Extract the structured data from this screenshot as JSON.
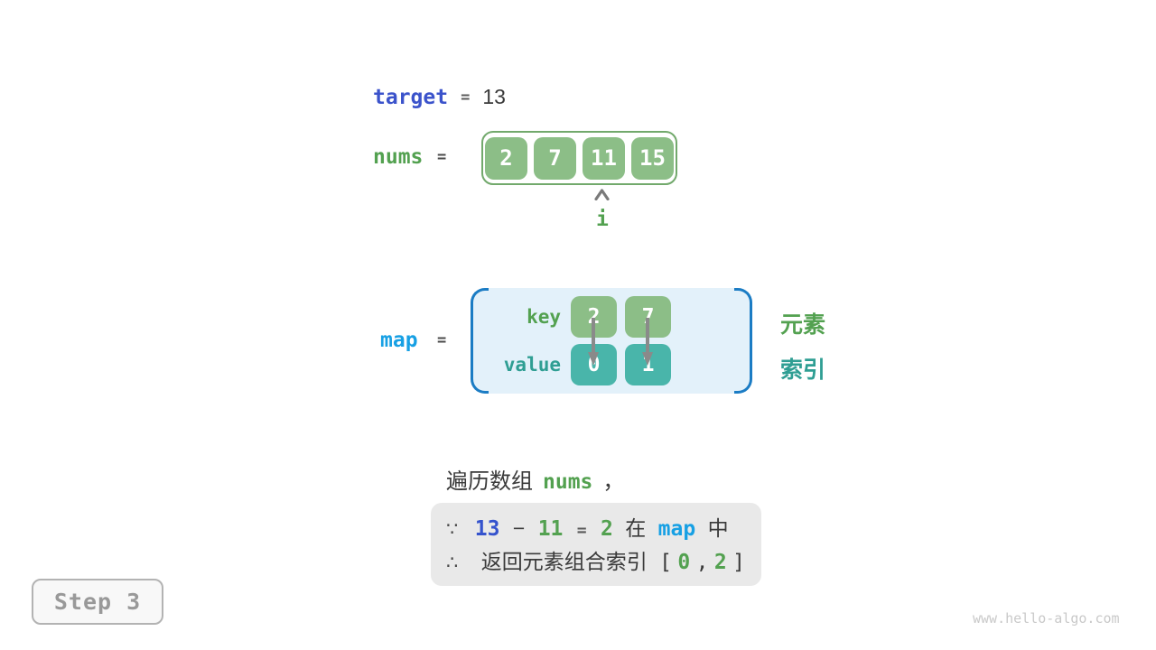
{
  "colors": {
    "royal_blue": "#3b53cb",
    "sky_blue": "#17a0e4",
    "green": "#53a150",
    "teal": "#2f9e93",
    "cell_green": "#8cbe87",
    "cell_teal": "#49b5aa",
    "nums_border": "#72a96c",
    "map_fill": "#e3f1fa",
    "map_bracket": "#1b7cc4",
    "conclusion_bg": "#e9e9e9"
  },
  "target_row": {
    "label": "target",
    "equals": "=",
    "value": "13"
  },
  "nums_row": {
    "label": "nums",
    "equals": "=",
    "cells": [
      "2",
      "7",
      "11",
      "15"
    ],
    "pointer_label": "i"
  },
  "map_row": {
    "label": "map",
    "equals": "=",
    "key_label": "key",
    "value_label": "value",
    "keys": [
      "2",
      "7"
    ],
    "values": [
      "0",
      "1"
    ],
    "element_label": "元素",
    "index_label": "索引"
  },
  "caption": {
    "prefix": "遍历数组",
    "code": "nums",
    "comma": "，"
  },
  "conclusion": {
    "because": "∵",
    "minuend": "13",
    "minus": "−",
    "subtrahend": "11",
    "equals": "=",
    "difference": "2",
    "in_text": "在",
    "map_code": "map",
    "zhong": "中",
    "therefore": "∴",
    "line2_text": "返回元素组合索引",
    "bracket_open": "[",
    "index1": "0",
    "comma": ",",
    "index2": "2",
    "bracket_close": "]"
  },
  "step_badge": {
    "label": "Step 3"
  },
  "watermark": "www.hello-algo.com"
}
